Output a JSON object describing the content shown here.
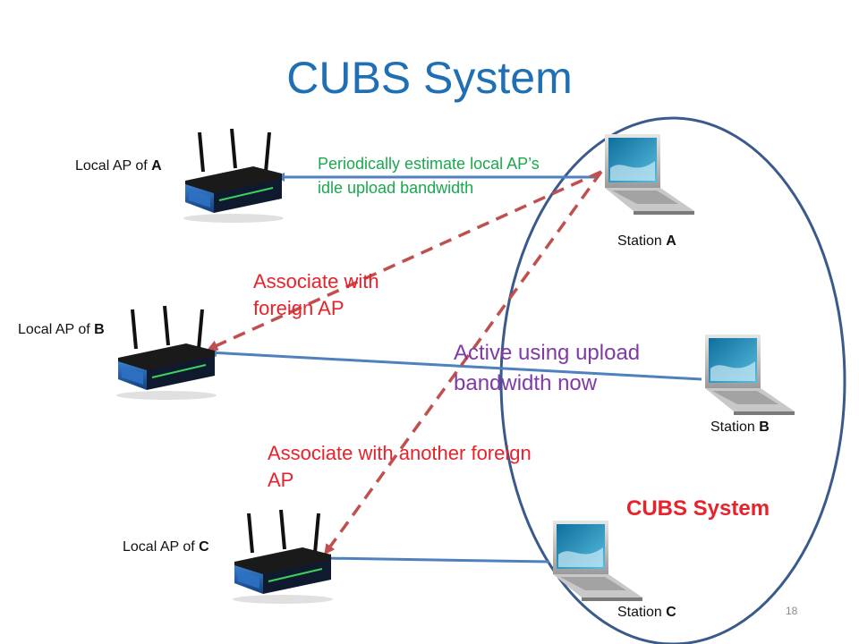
{
  "title": "CUBS System",
  "access_points": [
    {
      "prefix": "Local AP of ",
      "letter": "A"
    },
    {
      "prefix": "Local AP of ",
      "letter": "B"
    },
    {
      "prefix": "Local AP of ",
      "letter": "C"
    }
  ],
  "stations": [
    {
      "prefix": "Station ",
      "letter": "A"
    },
    {
      "prefix": "Station ",
      "letter": "B"
    },
    {
      "prefix": "Station ",
      "letter": "C"
    }
  ],
  "annotations": {
    "estimate": "Periodically estimate local AP’s idle upload bandwidth",
    "associate_foreign": "Associate with foreign AP",
    "active_upload": "Active using upload bandwidth now",
    "associate_another": "Associate with another foreign AP"
  },
  "group_label": "CUBS System",
  "page_number": "18",
  "colors": {
    "title": "#1f6fb5",
    "solid_arrow": "#4f81bd",
    "dashed_arrow": "#c0504d",
    "ellipse": "#3a5a8c",
    "green_text": "#1aa84e",
    "red_text": "#e8222a",
    "purple_text": "#7f3aa8"
  },
  "icons": [
    "wireless-router-icon",
    "laptop-icon"
  ]
}
